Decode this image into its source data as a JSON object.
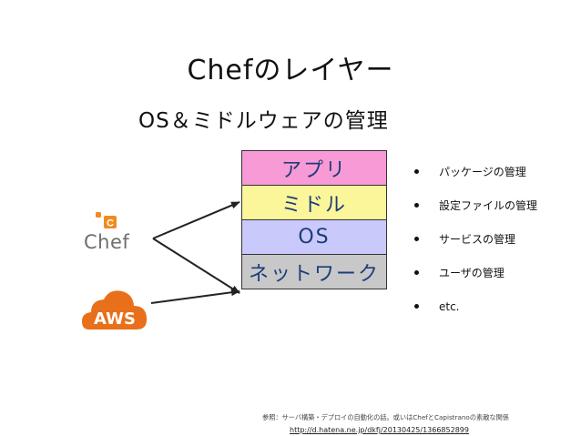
{
  "title": "Chefのレイヤー",
  "subtitle": "OS＆ミドルウェアの管理",
  "layers": [
    {
      "label": "アプリ",
      "color": "#f79ad6"
    },
    {
      "label": "ミドル",
      "color": "#fbf69a"
    },
    {
      "label": "OS",
      "color": "#c9c9fb"
    },
    {
      "label": "ネットワーク",
      "color": "#c8c8c8"
    }
  ],
  "bullets": [
    "パッケージの管理",
    "設定ファイルの管理",
    "サービスの管理",
    "ユーザの管理",
    "etc."
  ],
  "logos": {
    "chef": "Chef",
    "aws": "AWS",
    "chef_color": "#f18b21",
    "aws_color": "#e8701a"
  },
  "reference": {
    "text": "参照：サーバ構築・デプロイの自動化の話。或いはChefとCapistranoの素敵な関係",
    "url": "http://d.hatena.ne.jp/dkfj/20130425/1366852899"
  }
}
